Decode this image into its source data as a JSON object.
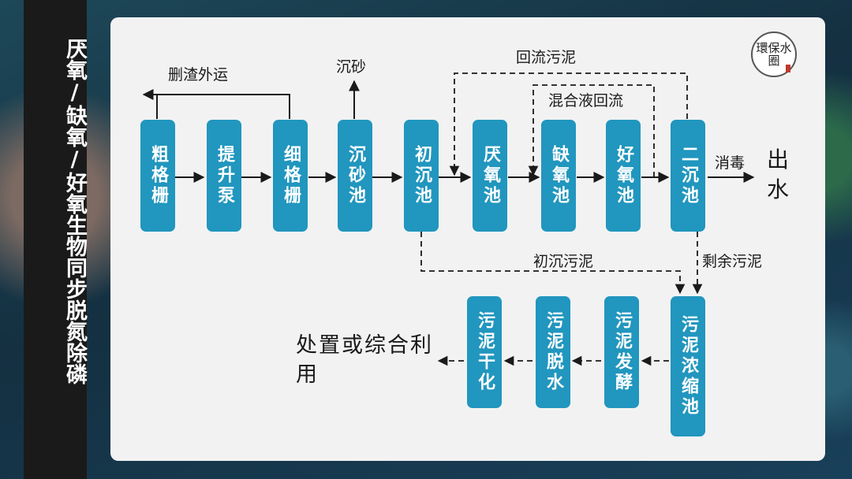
{
  "sidebar": {
    "title": "厌氧/缺氧/好氧生物同步脱氮除磷"
  },
  "logo": {
    "text": "環保水圈"
  },
  "nodes": {
    "coarse_screen": "粗格栅",
    "lift_pump": "提升泵",
    "fine_screen": "细格栅",
    "grit_chamber": "沉砂池",
    "primary_clarifier": "初沉池",
    "anaerobic_tank": "厌氧池",
    "anoxic_tank": "缺氧池",
    "aerobic_tank": "好氧池",
    "secondary_clarifier": "二沉池",
    "sludge_thickener": "污泥浓缩池",
    "sludge_digestion": "污泥发酵",
    "sludge_dewatering": "污泥脱水",
    "sludge_drying": "污泥干化"
  },
  "labels": {
    "screenings_removal": "删渣外运",
    "grit": "沉砂",
    "return_sludge": "回流污泥",
    "mixed_liquor_recycle": "混合液回流",
    "disinfection": "消毒",
    "effluent": "出水",
    "primary_sludge": "初沉污泥",
    "excess_sludge": "剩余污泥",
    "disposal": "处置或综合利用"
  },
  "colors": {
    "node_fill": "#2196be",
    "node_text": "#ffffff",
    "panel": "#f2f2f2",
    "line": "#1a1a1a",
    "sidebar": "#1a1a1a"
  }
}
